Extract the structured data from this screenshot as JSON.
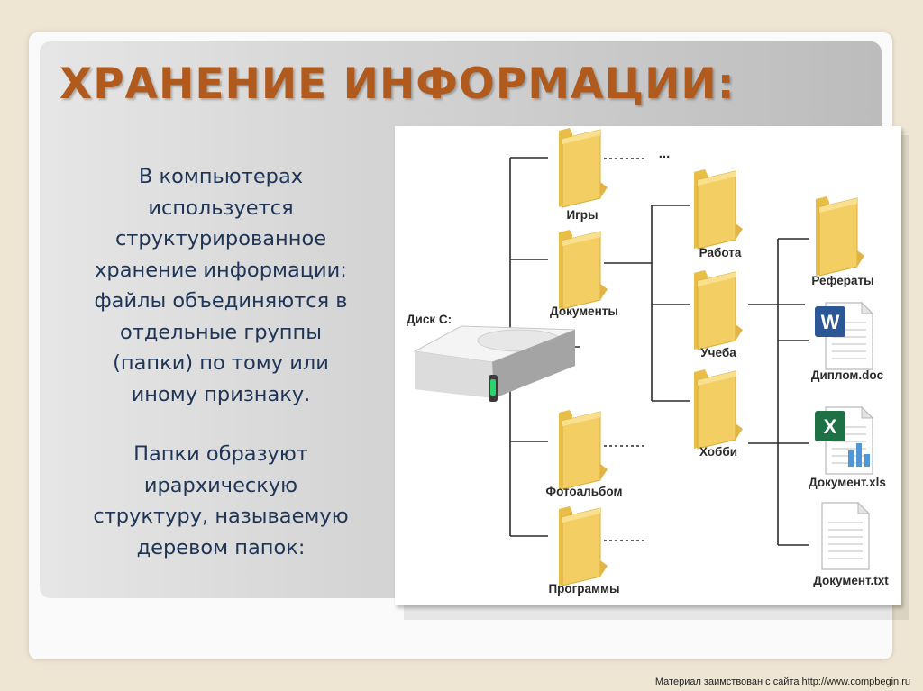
{
  "slide": {
    "title": "ХРАНЕНИЕ ИНФОРМАЦИИ:",
    "paragraph1": [
      "В компьютерах",
      "используется",
      "структурированное",
      "хранение информации:",
      "файлы объединяются в",
      "отдельные группы",
      "(папки) по тому или",
      "иному признаку."
    ],
    "paragraph2": [
      "Папки образуют",
      "ирархическую",
      "структуру, называемую",
      "деревом папок:"
    ]
  },
  "tree": {
    "disk_label": "Диск С:",
    "ellipsis": "...",
    "folders": {
      "games": "Игры",
      "documents": "Документы",
      "photo": "Фотоальбом",
      "programs": "Программы",
      "work": "Работа",
      "study": "Учеба",
      "hobby": "Хобби",
      "essays": "Рефераты"
    },
    "files": {
      "diploma": "Диплом.doc",
      "spreadsheet": "Документ.xls",
      "text": "Документ.txt"
    },
    "icons": {
      "word_glyph": "W",
      "excel_glyph": "X"
    }
  },
  "footer": "Материал заимствован с сайта http://www.compbegin.ru",
  "colors": {
    "title": "#b05a1e",
    "body_text": "#1f3557",
    "folder": "#f2cc5e",
    "word": "#2b5797",
    "excel": "#1e7145"
  }
}
